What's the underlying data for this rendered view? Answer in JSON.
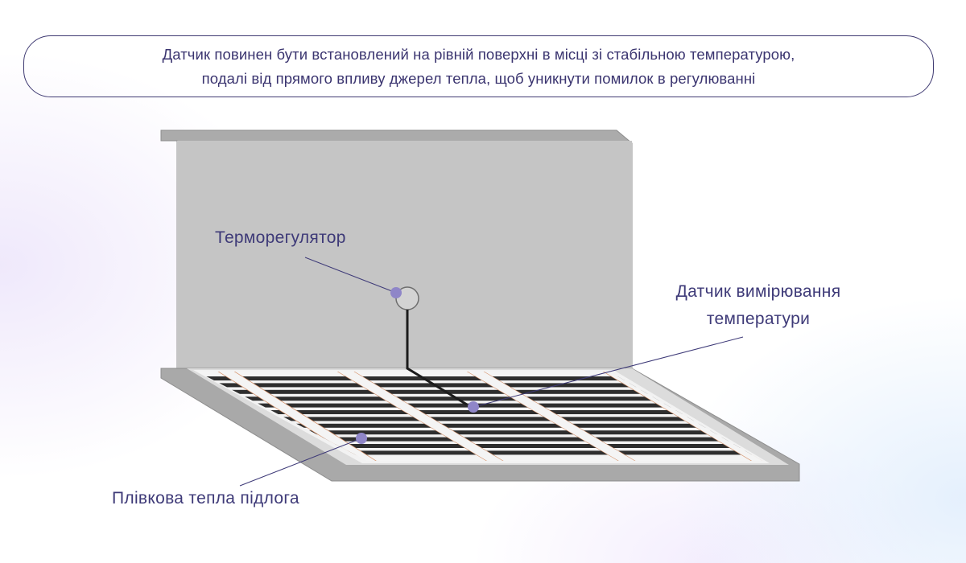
{
  "note": {
    "line1": "Датчик повинен бути встановлений на рівній поверхні в місці зі стабільною температурою,",
    "line2": "подалі від прямого впливу джерел тепла, щоб уникнути помилок в регулюванні"
  },
  "labels": {
    "thermostat": "Терморегулятор",
    "sensor_line1": "Датчик вимірювання",
    "sensor_line2": "температури",
    "film_floor": "Плівкова тепла підлога"
  },
  "colors": {
    "accent": "#3e3a78",
    "marker": "#8f86c8",
    "wall": "#c4c4c4",
    "wall_frame": "#a9a9a9",
    "heating_strip": "#2e2e2e",
    "copper_bus": "#d6926a"
  }
}
